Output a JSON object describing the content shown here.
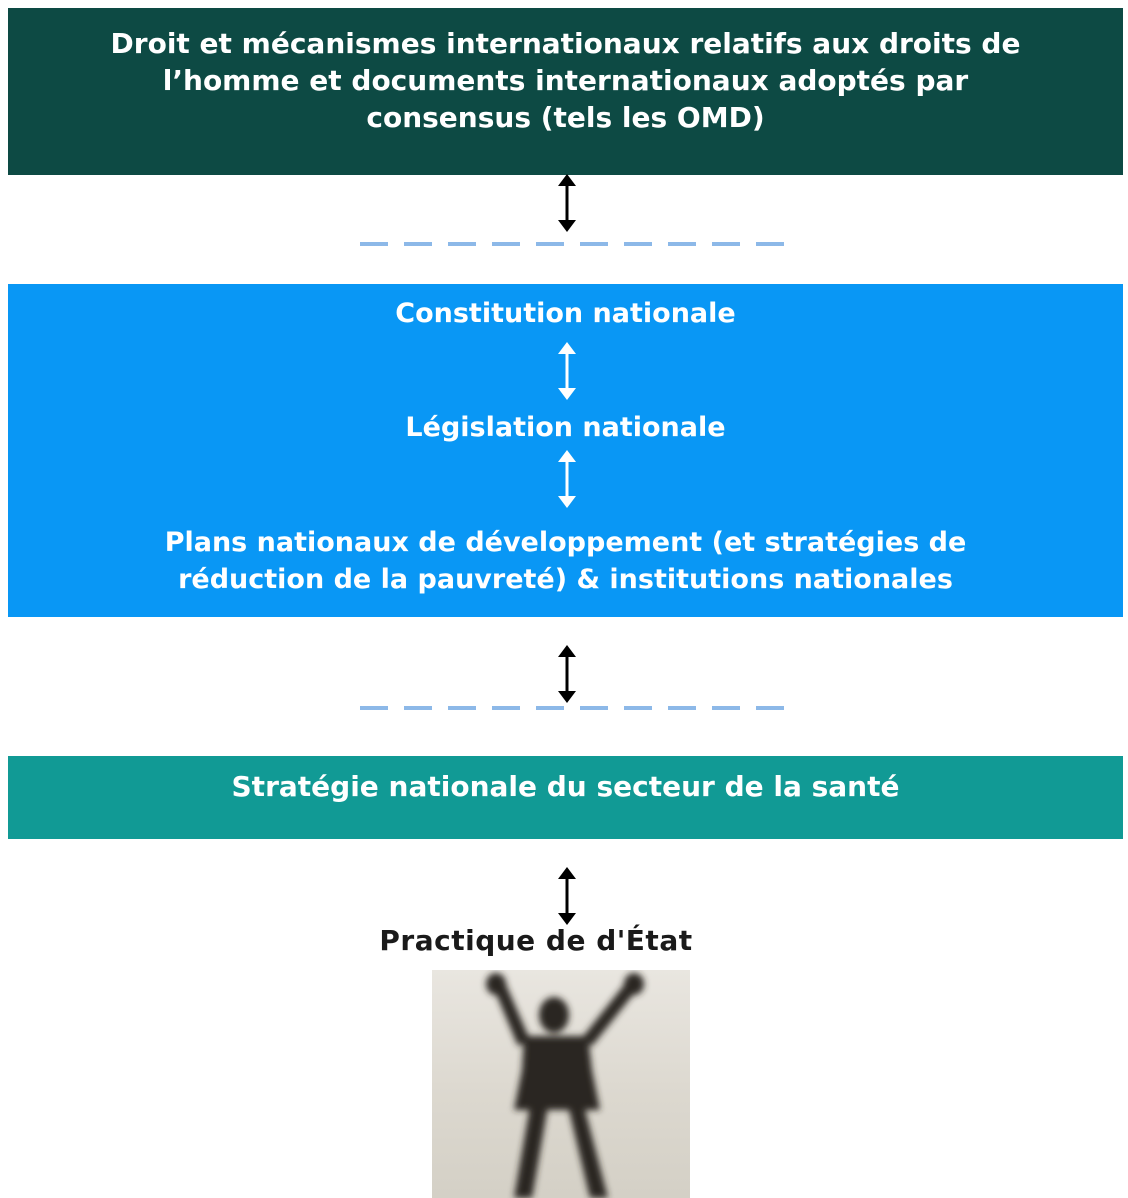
{
  "diagram": {
    "international_box": {
      "lines": [
        "Droit et mécanismes internationaux relatifs aux droits de",
        "l’homme et documents internationaux adoptés par",
        "consensus (tels les OMD)"
      ],
      "color": "#0d4a44"
    },
    "national_box": {
      "constitution": "Constitution nationale",
      "legislation": "Législation nationale",
      "plans_lines": [
        "Plans nationaux de développement (et stratégies de",
        "réduction de la pauvreté) & institutions nationales"
      ],
      "color": "#0997f5"
    },
    "health_box": {
      "label": "Stratégie nationale du secteur de la santé",
      "color": "#119a95"
    },
    "practice_label": "Practique de d'État",
    "icons": [
      "double-arrow-icon",
      "person-arms-raised-image"
    ]
  }
}
